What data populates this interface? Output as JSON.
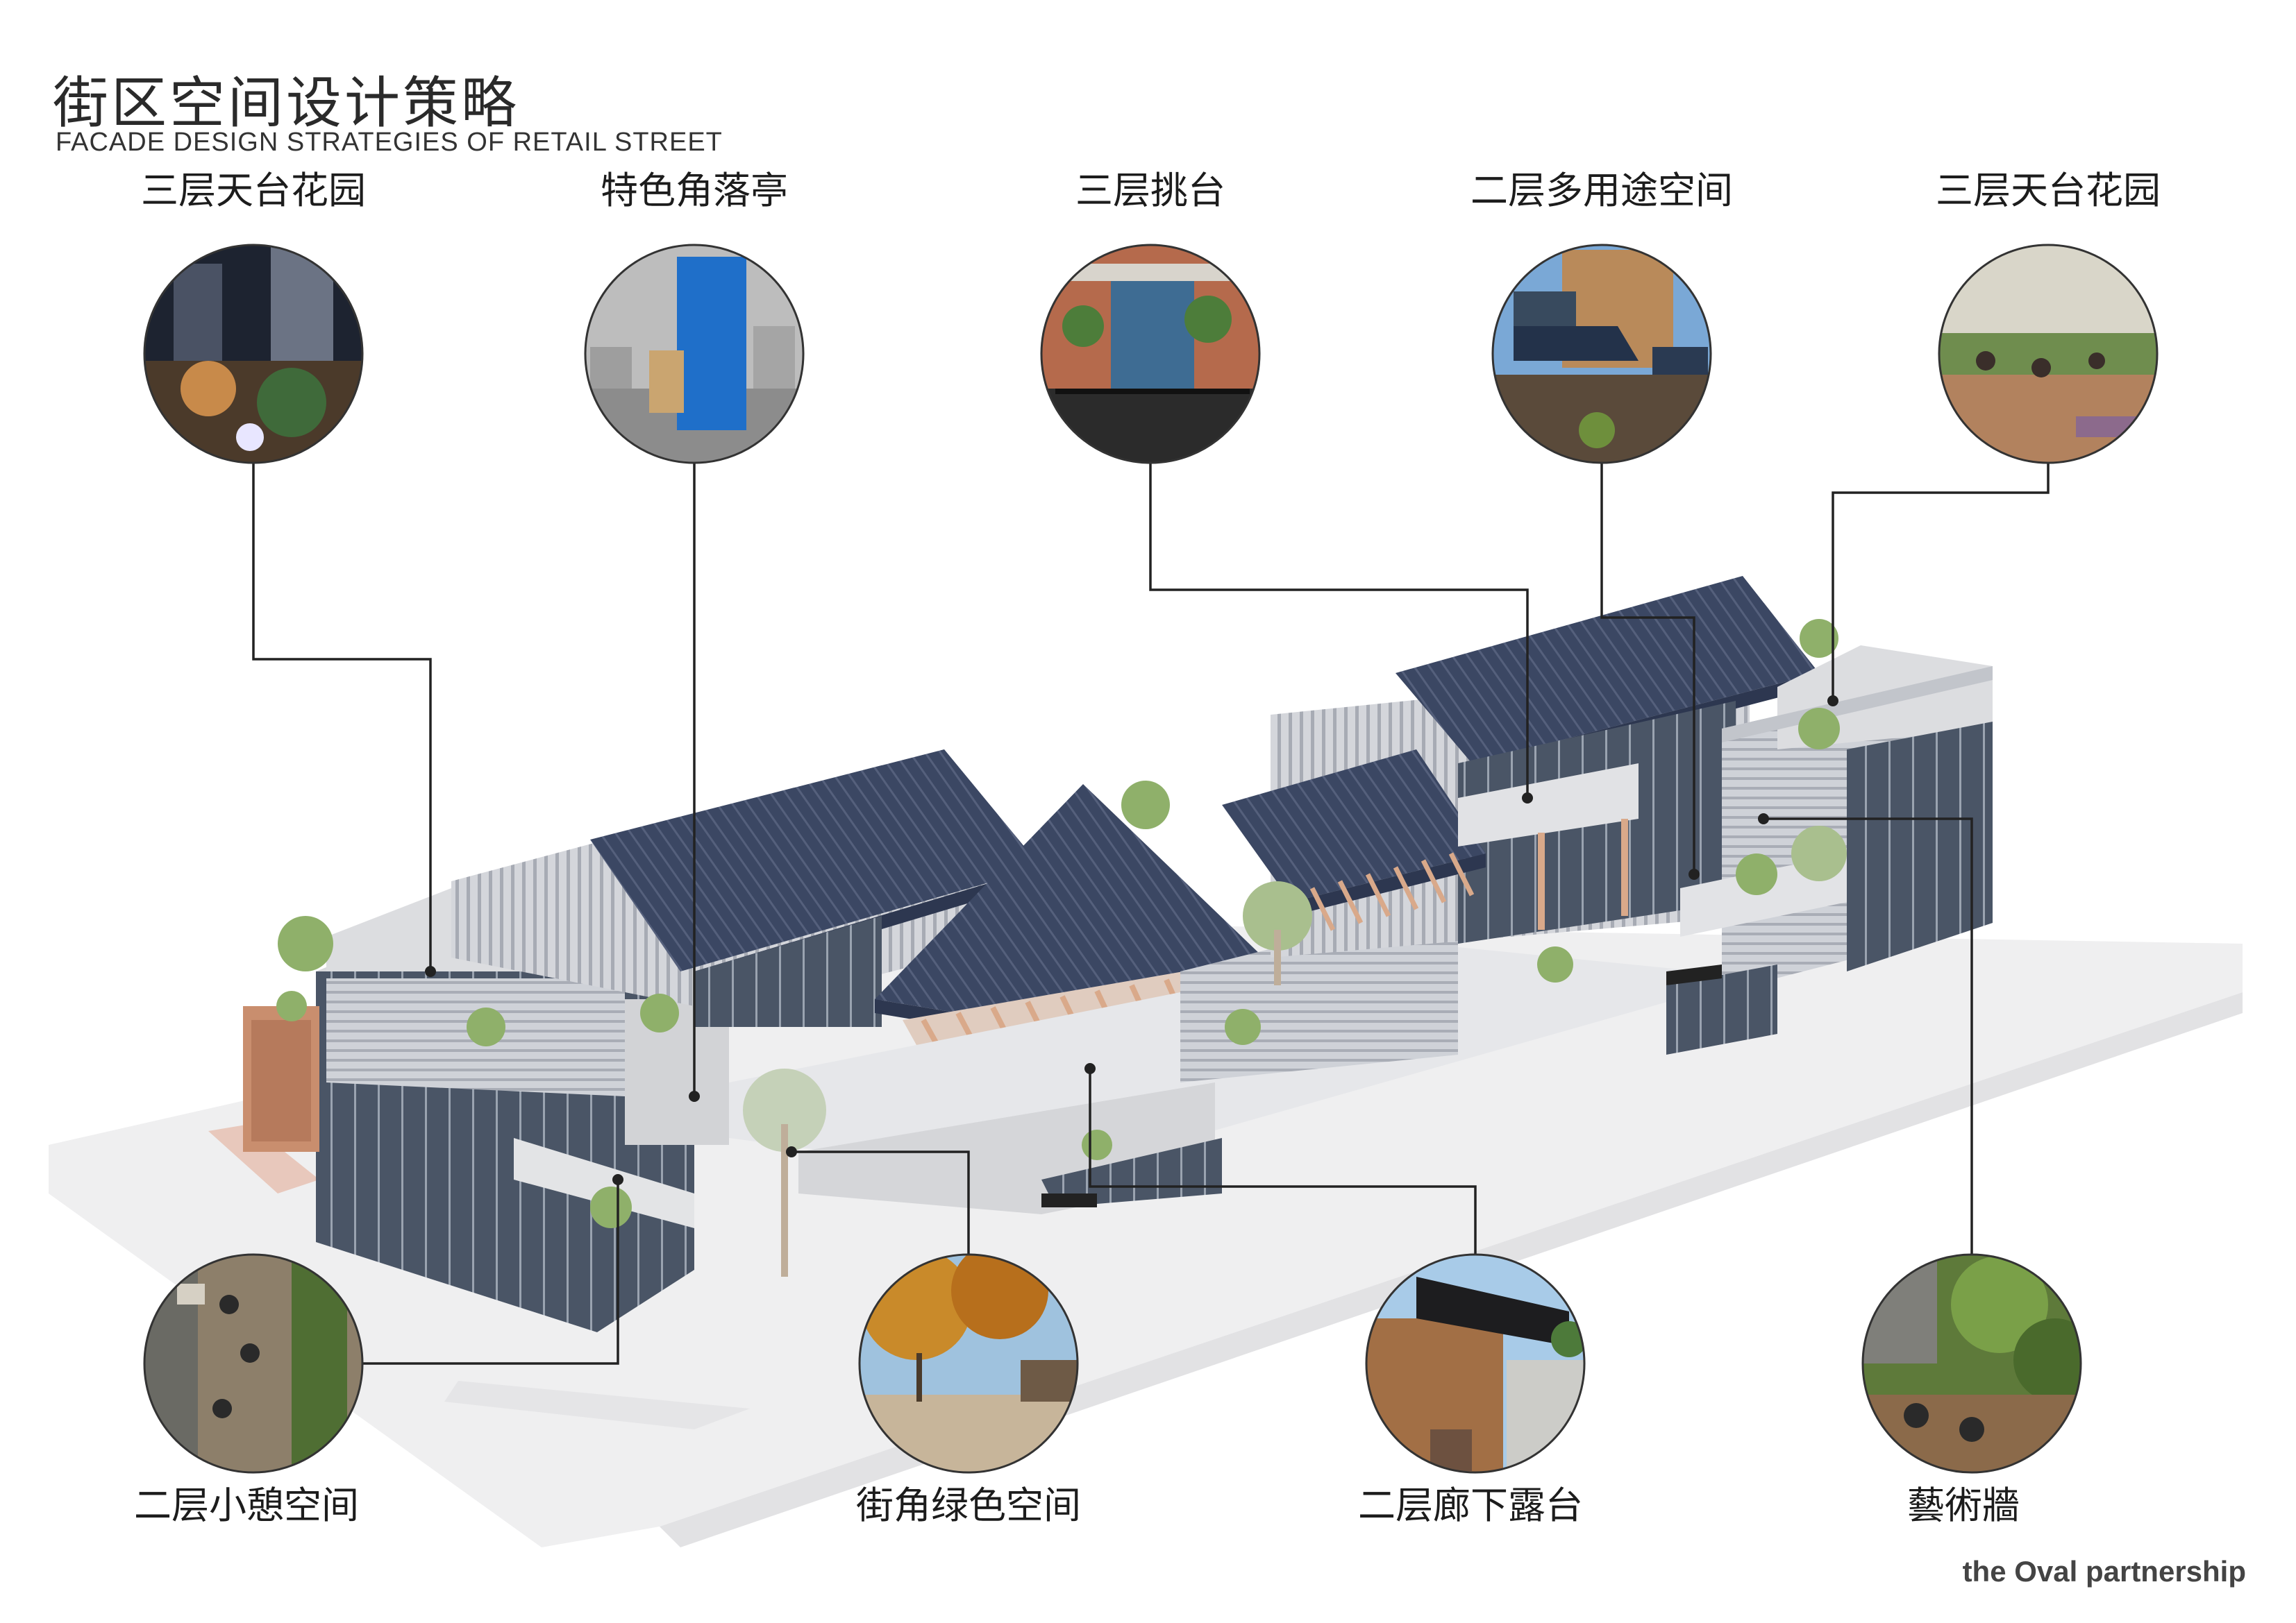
{
  "header": {
    "title_cn": "街区空间设计策略",
    "title_en": "FACADE DESIGN STRATEGIES OF RETAIL STREET"
  },
  "callouts_top": [
    {
      "label": "三层天台花园",
      "photo": "rooftop-garden-night-photo"
    },
    {
      "label": "特色角落亭",
      "photo": "blue-corner-kiosk-photo"
    },
    {
      "label": "三层挑台",
      "photo": "cantilever-balcony-photo"
    },
    {
      "label": "二层多用途空间",
      "photo": "multi-use-terrace-photo"
    },
    {
      "label": "三层天台花园",
      "photo": "rooftop-yoga-garden-photo"
    }
  ],
  "callouts_bottom": [
    {
      "label": "二层小憩空间",
      "photo": "rest-deck-photo"
    },
    {
      "label": "街角绿色空间",
      "photo": "corner-green-space-photo"
    },
    {
      "label": "二层廊下露台",
      "photo": "covered-terrace-photo"
    },
    {
      "label": "藝術牆",
      "photo": "green-art-wall-photo"
    }
  ],
  "credit": "the Oval partnership",
  "colors": {
    "roof": "#3b4763",
    "roof_dark": "#2d3750",
    "facade": "#c9ccd3",
    "glass": "#4a5566",
    "timber": "#d9a98a",
    "deck": "#dcdde0",
    "ground": "#ececec",
    "tree": "#8fb06a",
    "line": "#222222"
  }
}
